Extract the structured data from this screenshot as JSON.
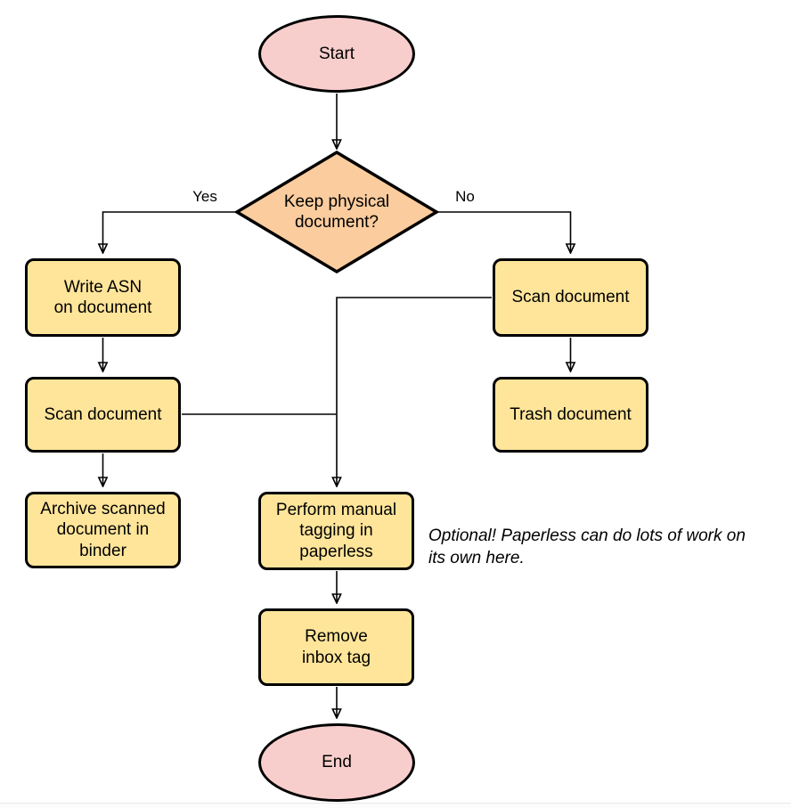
{
  "diagram": {
    "type": "flowchart",
    "colors": {
      "terminal_fill": "#F8CECC",
      "decision_fill": "#FBCC9E",
      "process_fill": "#FFE59A",
      "stroke": "#000000"
    },
    "nodes": {
      "start": {
        "label": "Start",
        "shape": "ellipse"
      },
      "decision": {
        "label": "Keep physical\ndocument?",
        "shape": "diamond"
      },
      "write_asn": {
        "label": "Write ASN\non document",
        "shape": "process"
      },
      "scan_left": {
        "label": "Scan document",
        "shape": "process"
      },
      "archive": {
        "label": "Archive scanned\ndocument in\nbinder",
        "shape": "process"
      },
      "scan_right": {
        "label": "Scan document",
        "shape": "process"
      },
      "trash": {
        "label": "Trash document",
        "shape": "process"
      },
      "tagging": {
        "label": "Perform manual\ntagging in\npaperless",
        "shape": "process"
      },
      "remove_inbox": {
        "label": "Remove\ninbox tag",
        "shape": "process"
      },
      "end": {
        "label": "End",
        "shape": "ellipse"
      }
    },
    "edge_labels": {
      "yes": "Yes",
      "no": "No"
    },
    "edges": [
      {
        "from": "start",
        "to": "decision"
      },
      {
        "from": "decision",
        "to": "write_asn",
        "label": "Yes"
      },
      {
        "from": "decision",
        "to": "scan_right",
        "label": "No"
      },
      {
        "from": "write_asn",
        "to": "scan_left"
      },
      {
        "from": "scan_left",
        "to": "archive"
      },
      {
        "from": "scan_left",
        "to": "tagging"
      },
      {
        "from": "scan_right",
        "to": "trash"
      },
      {
        "from": "scan_right",
        "to": "tagging"
      },
      {
        "from": "tagging",
        "to": "remove_inbox"
      },
      {
        "from": "remove_inbox",
        "to": "end"
      }
    ],
    "annotation": "Optional! Paperless can do lots of work on\nits own here."
  }
}
